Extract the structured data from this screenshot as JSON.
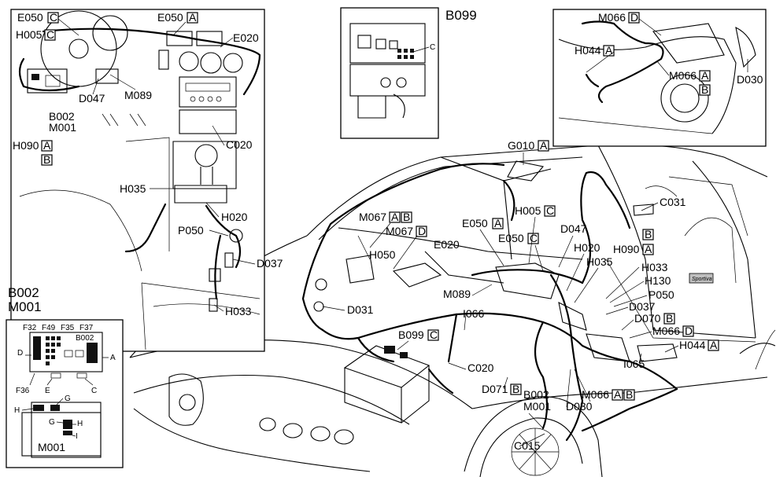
{
  "inset_dashboard": {
    "labels": {
      "e050c_code": "E050",
      "e050c_suffix": "C",
      "e050a_code": "E050",
      "e050a_suffix": "A",
      "h005c_code": "H005",
      "h005c_suffix": "C",
      "e020": "E020",
      "d047": "D047",
      "m089": "M089",
      "b002": "B002",
      "m001": "M001",
      "h090_code": "H090",
      "h090_s1": "A",
      "h090_s2": "B",
      "c020": "C020",
      "h035": "H035",
      "h020": "H020",
      "p050": "P050",
      "d037": "D037",
      "h033": "H033"
    }
  },
  "inset_b099": {
    "title": "B099",
    "connector": "C"
  },
  "inset_door": {
    "labels": {
      "m066d_code": "M066",
      "m066d_suffix": "D",
      "h044a_code": "H044",
      "h044a_suffix": "A",
      "m066ab_code": "M066",
      "m066ab_s1": "A",
      "m066ab_s2": "B",
      "d030": "D030"
    }
  },
  "inset_fusebox": {
    "title_line1": "B002",
    "title_line2": "M001",
    "fuses": [
      "F32",
      "F49",
      "F35",
      "F37"
    ],
    "inner_label": "B002",
    "side_d": "D",
    "side_a": "A",
    "f36": "F36",
    "e": "E",
    "c": "C",
    "g": "G",
    "h": "H",
    "g2": "G",
    "h2": "H",
    "i": "I",
    "bottom": "M001"
  },
  "main_view": {
    "labels": {
      "g010_code": "G010",
      "g010_suffix": "A",
      "c031": "C031",
      "m067_code": "M067",
      "m067_s1": "A",
      "m067_s2": "B",
      "m067d_code": "M067",
      "m067d_suffix": "D",
      "e050a_code": "E050",
      "e050a_suffix": "A",
      "h005c_code": "H005",
      "h005c_suffix": "C",
      "d047": "D047",
      "b_box": "B",
      "h090a_code": "H090",
      "h090a_suffix": "A",
      "e050c_code": "E050",
      "e050c_suffix": "C",
      "h020": "H020",
      "h035": "H035",
      "h033": "H033",
      "h050": "H050",
      "e020": "E020",
      "h130": "H130",
      "p050": "P050",
      "d037": "D037",
      "d070b_code": "D070",
      "d070b_suffix": "B",
      "m066d_code": "M066",
      "m066d_suffix": "D",
      "h044a_code": "H044",
      "h044a_suffix": "A",
      "i065": "I065",
      "m089": "M089",
      "i066": "I066",
      "d031": "D031",
      "b099c_code": "B099",
      "b099c_suffix": "C",
      "c020": "C020",
      "d071b_code": "D071",
      "d071b_suffix": "B",
      "b002": "B002",
      "m001": "M001",
      "m066ab_code": "M066",
      "m066ab_s1": "A",
      "m066ab_s2": "B",
      "d030": "D030",
      "c015": "C015",
      "badge_script": "Sportiva"
    }
  }
}
